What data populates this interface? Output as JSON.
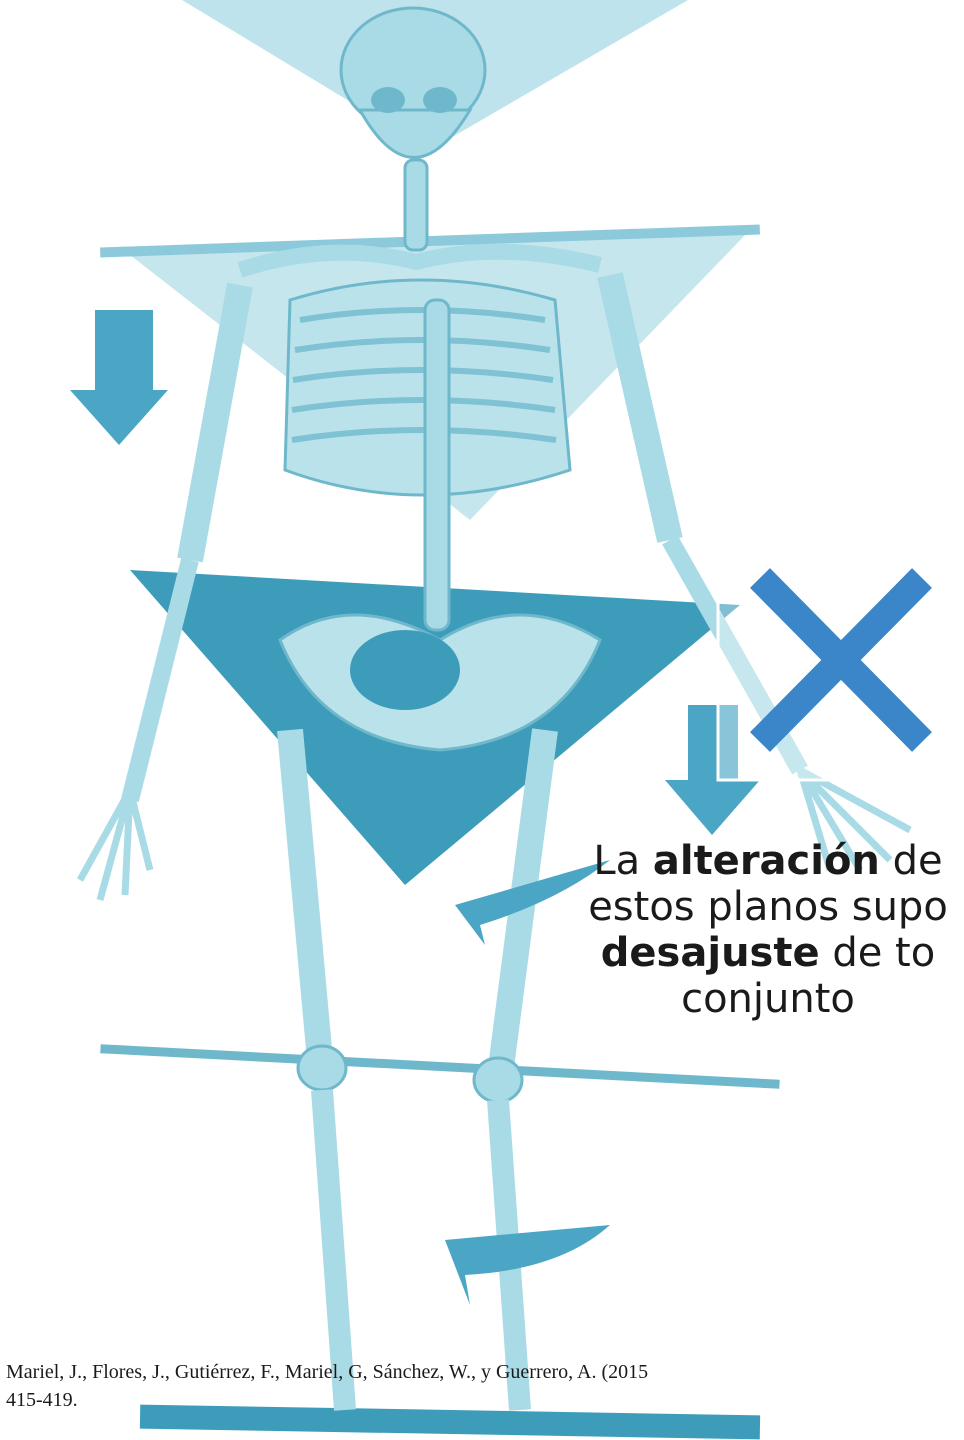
{
  "colors": {
    "bone": "#a9dbe6",
    "bone_dark": "#6fb8cb",
    "plane_light": "#bfe3ec",
    "plane_mid": "#8ccadb",
    "plane_dark": "#3e9cbb",
    "arrow": "#4aa6c4",
    "x_mark": "#3a86c8"
  },
  "caption": {
    "line1_a": "La ",
    "line1_bold": "alteración",
    "line1_b": " de",
    "line2": "estos planos supo",
    "line3_bold": "desajuste",
    "line3_b": " de to",
    "line4": "conjunto"
  },
  "citation": {
    "line1": "Mariel, J., Flores, J., Gutiérrez, F., Mariel, G, Sánchez, W., y Guerrero, A. (2015",
    "line2": "415-419."
  }
}
